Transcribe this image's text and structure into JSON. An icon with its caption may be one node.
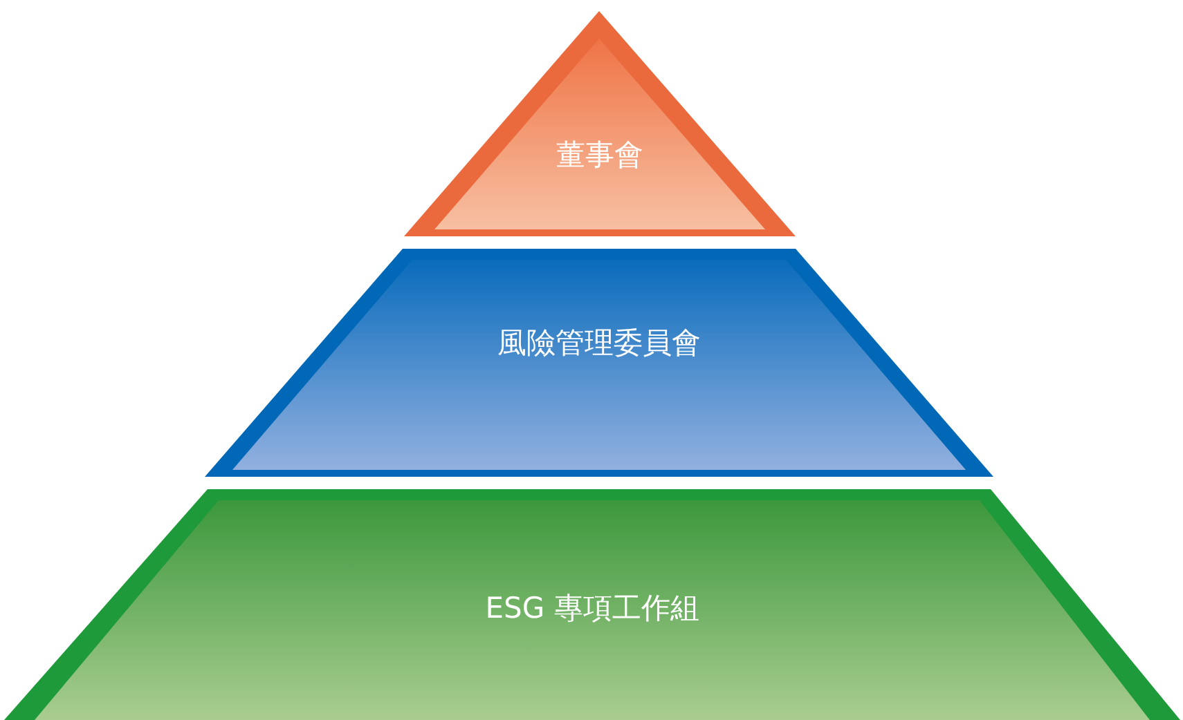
{
  "diagram": {
    "nodes": [
      {
        "text": [
          "董事會"
        ]
      },
      {
        "text": [
          "風險管理委員會"
        ]
      },
      {
        "text": [
          "ESG 專項工作組"
        ]
      }
    ]
  }
}
